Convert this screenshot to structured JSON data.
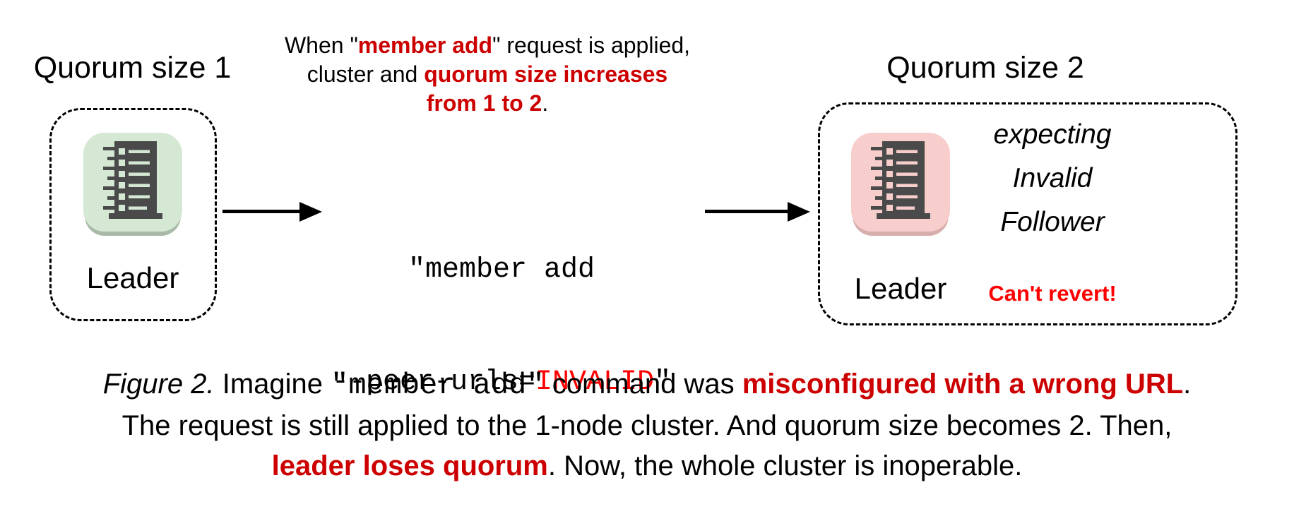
{
  "colors": {
    "emphasis_red": "#cc0000",
    "alert_red": "#ff0000",
    "node_green": "#d5e8d4",
    "node_pink": "#f8cecc",
    "glyph_gray": "#4a4a4a"
  },
  "left_cluster": {
    "title": "Quorum size 1",
    "node_label": "Leader",
    "node_icon": "etcd-node-icon",
    "node_color": "#d5e8d4"
  },
  "right_cluster": {
    "title": "Quorum size 2",
    "node_label": "Leader",
    "node_icon": "etcd-node-icon",
    "node_color": "#f8cecc",
    "status_lines": [
      "expecting",
      "Invalid",
      "Follower"
    ],
    "warning": "Can't revert!"
  },
  "annotation": {
    "line1": [
      "When \"",
      "member add",
      "\" request is applied,"
    ],
    "line2": [
      "cluster and ",
      "quorum size increases"
    ],
    "line3": [
      "from 1 to 2",
      "."
    ]
  },
  "command": {
    "line1": "\"member add",
    "line2": [
      "--peer-urls=",
      "INVALID",
      "\""
    ]
  },
  "caption": {
    "line1": [
      "Figure 2.",
      " Imagine ",
      "\"member add\"",
      " command was ",
      "misconfigured with a wrong URL",
      "."
    ],
    "line2": [
      "The request is still applied to the 1-node cluster. And quorum size becomes 2. Then,"
    ],
    "line3": [
      "leader loses quorum",
      ". Now, the whole cluster is inoperable."
    ]
  }
}
